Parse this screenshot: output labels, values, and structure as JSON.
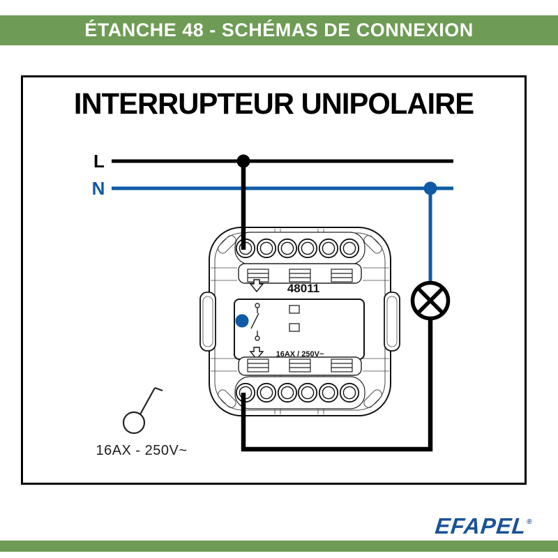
{
  "header": {
    "title": "ÉTANCHE 48 - SCHÉMAS DE CONNEXION"
  },
  "diagram": {
    "title": "INTERRUPTEUR UNIPOLAIRE",
    "l_label": "L",
    "n_label": "N"
  },
  "device": {
    "model": "48011",
    "rating": "16AX / 250V~"
  },
  "switch_symbol": {
    "rating": "16AX - 250V~"
  },
  "footer": {
    "logo_text": "EFAPEL",
    "registered": "®"
  },
  "colors": {
    "green": "#6e9b55",
    "blue": "#0f5aa5",
    "logo-blue": "#1a5296",
    "ink": "#000000"
  }
}
